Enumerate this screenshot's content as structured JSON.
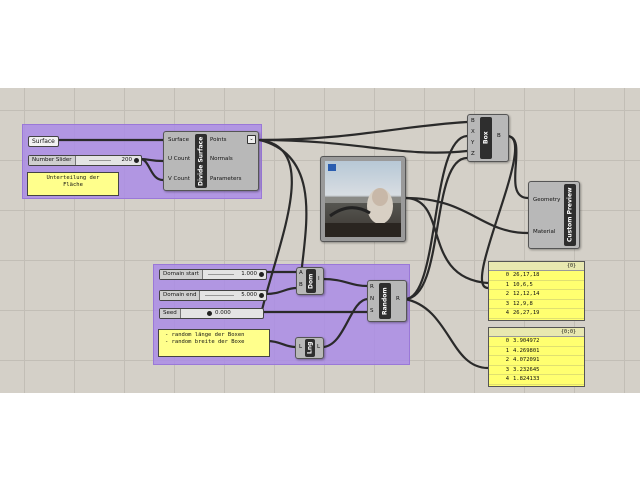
{
  "surface_param": {
    "label": "Surface"
  },
  "number_slider": {
    "label": "Number Slider",
    "value": "200"
  },
  "note1": {
    "lines": [
      "Unterteilung der",
      "Fläche"
    ]
  },
  "divide_surface": {
    "title": "Divide Surface",
    "inputs": [
      "Surface",
      "U Count",
      "V Count"
    ],
    "outputs": [
      "Points",
      "Normals",
      "Parameters"
    ]
  },
  "image_sampler": {
    "icon": "image-preview"
  },
  "box": {
    "title": "Box",
    "inputs": [
      "B",
      "X",
      "Y",
      "Z"
    ],
    "output": "B"
  },
  "custom_preview": {
    "title": "Custom Preview",
    "inputs": [
      "Geometry",
      "Material"
    ]
  },
  "domain_start": {
    "label": "Domain start",
    "value": "1.000"
  },
  "domain_end": {
    "label": "Domain end",
    "value": "5.000"
  },
  "seed": {
    "label": "Seed",
    "value": "0.000"
  },
  "dom": {
    "title": "Dom",
    "inputs": [
      "A",
      "B"
    ],
    "output": "I"
  },
  "random": {
    "title": "Random",
    "inputs": [
      "R",
      "N",
      "S"
    ],
    "output": "R"
  },
  "note2": {
    "lines": [
      "- random länge der Boxen",
      "- random breite der Boxe"
    ]
  },
  "lng": {
    "title": "Lng",
    "input": "L",
    "output": "L"
  },
  "panel1": {
    "header": "{0}",
    "rows": [
      {
        "i": "0",
        "v": "26,17,18"
      },
      {
        "i": "1",
        "v": "10,6,5"
      },
      {
        "i": "2",
        "v": "12,12,14"
      },
      {
        "i": "3",
        "v": "12,9,8"
      },
      {
        "i": "4",
        "v": "26,27,19"
      }
    ]
  },
  "panel2": {
    "header": "{0;0}",
    "rows": [
      {
        "i": "0",
        "v": "3.904972"
      },
      {
        "i": "1",
        "v": "4.269801"
      },
      {
        "i": "2",
        "v": "4.072091"
      },
      {
        "i": "3",
        "v": "3.232645"
      },
      {
        "i": "4",
        "v": "1.824133"
      }
    ]
  }
}
